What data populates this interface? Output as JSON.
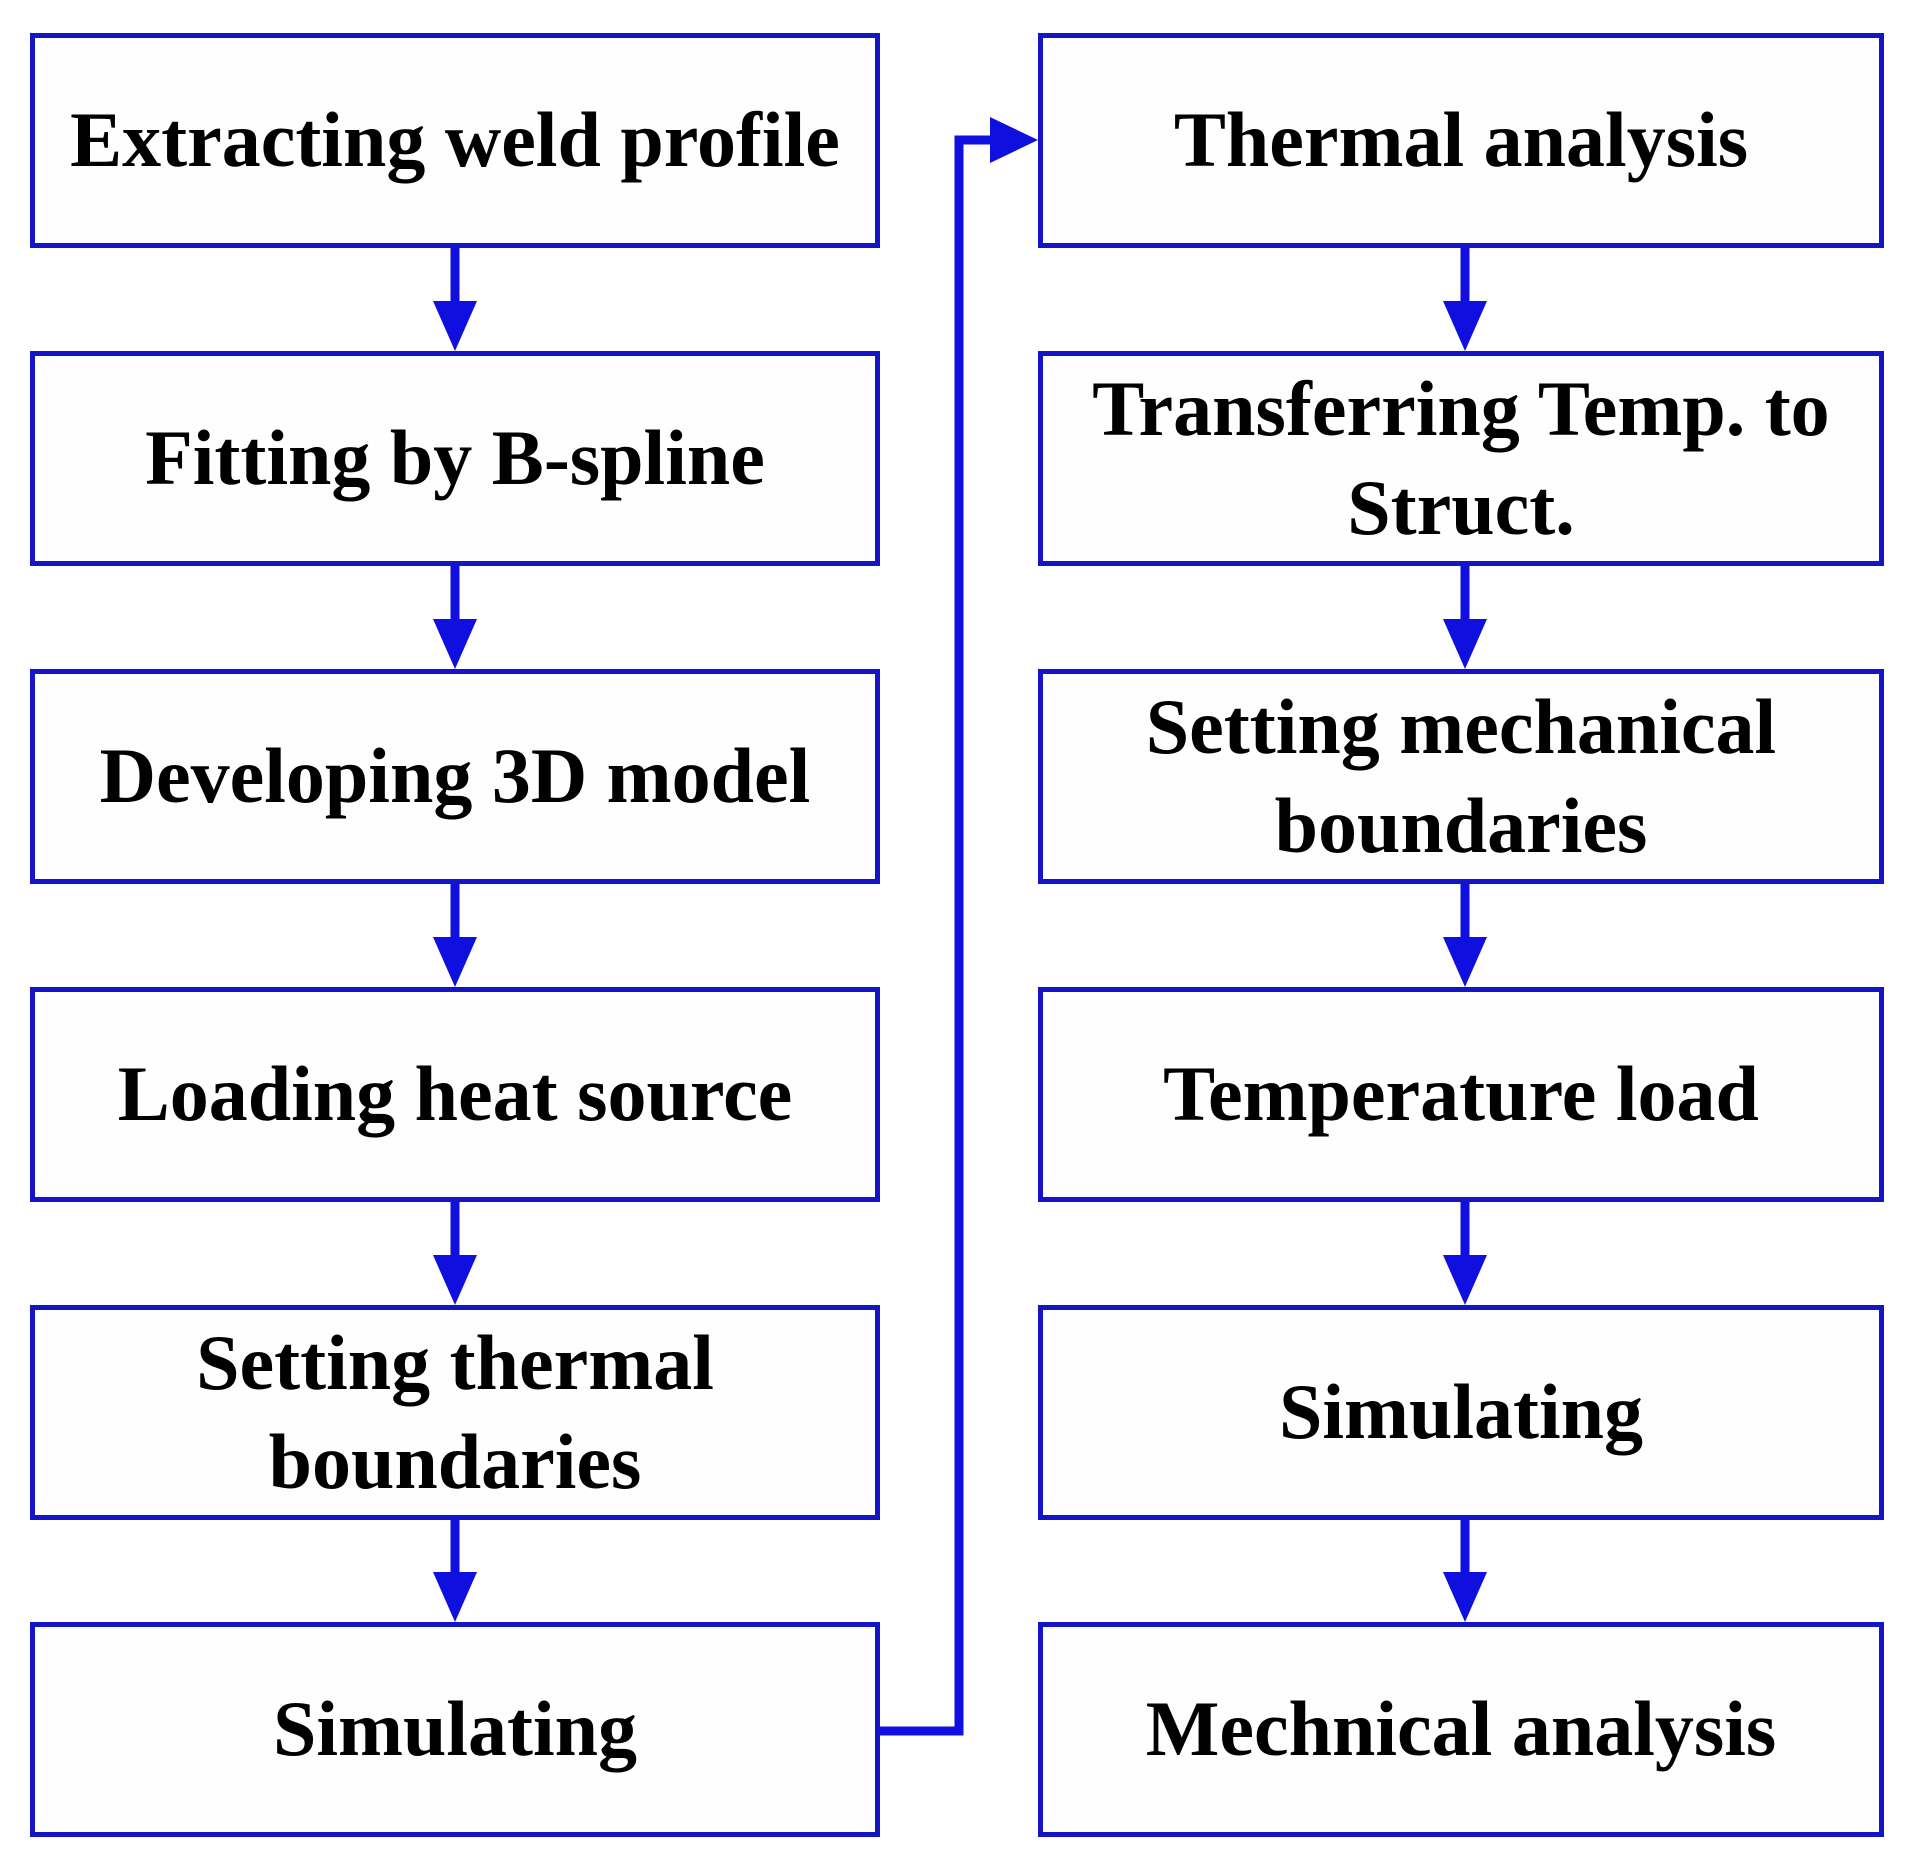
{
  "colors": {
    "box_border": "#1515c8",
    "arrow": "#0f0fe0",
    "text": "#000000",
    "box_fill": "#fefefe",
    "background": "#ffffff"
  },
  "flowchart": {
    "left_column": [
      {
        "label": "Extracting weld profile"
      },
      {
        "label": "Fitting by B-spline"
      },
      {
        "label": "Developing 3D model"
      },
      {
        "label": "Loading heat source"
      },
      {
        "label": "Setting thermal boundaries"
      },
      {
        "label": "Simulating"
      }
    ],
    "right_column": [
      {
        "label": "Thermal analysis"
      },
      {
        "label": "Transferring Temp. to Struct."
      },
      {
        "label": "Setting mechanical boundaries"
      },
      {
        "label": "Temperature load"
      },
      {
        "label": "Simulating"
      },
      {
        "label": "Mechnical analysis"
      }
    ],
    "connections": [
      {
        "from": "Extracting weld profile",
        "to": "Fitting by B-spline"
      },
      {
        "from": "Fitting by B-spline",
        "to": "Developing 3D model"
      },
      {
        "from": "Developing 3D model",
        "to": "Loading heat source"
      },
      {
        "from": "Loading heat source",
        "to": "Setting thermal boundaries"
      },
      {
        "from": "Setting thermal boundaries",
        "to": "Simulating"
      },
      {
        "from": "Simulating",
        "to": "Thermal analysis"
      },
      {
        "from": "Thermal analysis",
        "to": "Transferring Temp. to Struct."
      },
      {
        "from": "Transferring Temp. to Struct.",
        "to": "Setting mechanical boundaries"
      },
      {
        "from": "Setting mechanical boundaries",
        "to": "Temperature load"
      },
      {
        "from": "Temperature load",
        "to": "Simulating"
      },
      {
        "from": "Simulating",
        "to": "Mechnical analysis"
      }
    ]
  }
}
